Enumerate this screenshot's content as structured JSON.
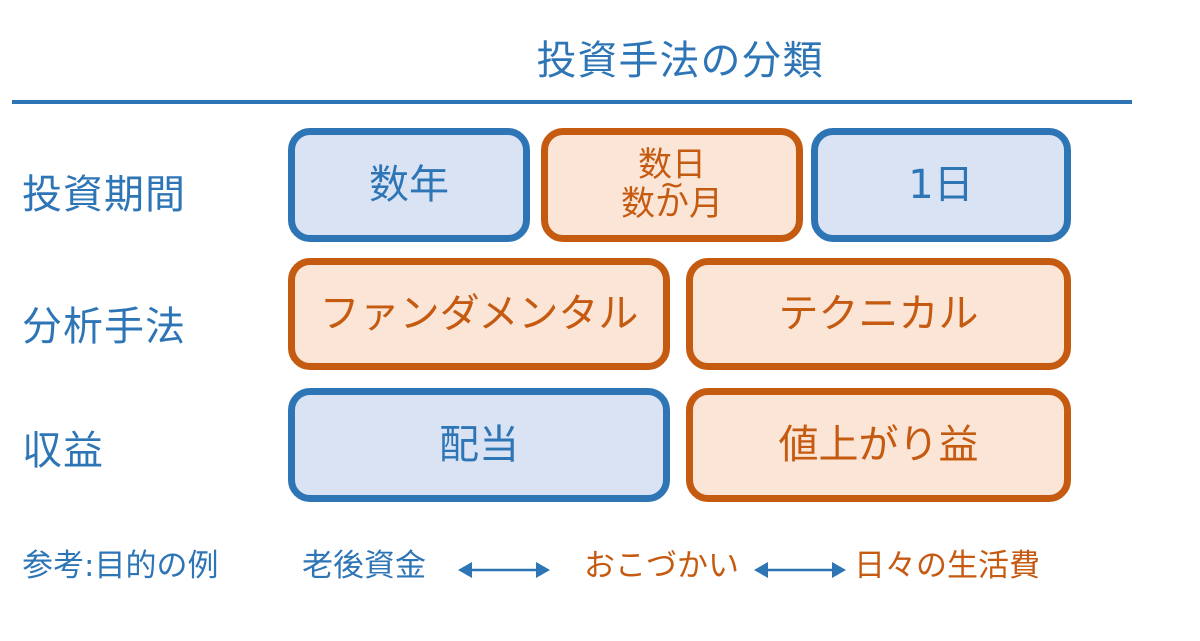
{
  "title": "投資手法の分類",
  "rows": {
    "period": {
      "label": "投資期間",
      "boxes": {
        "years": "数年",
        "days_line1": "数日",
        "days_line2_a": "数",
        "days_line2_b": "か",
        "days_line2_c": "月",
        "days_tilde": "~",
        "one_day": "1日"
      }
    },
    "analysis": {
      "label": "分析手法",
      "boxes": {
        "fundamental": "ファンダメンタル",
        "technical": "テクニカル"
      }
    },
    "profit": {
      "label": "収益",
      "boxes": {
        "dividend": "配当",
        "capital_gain": "値上がり益"
      }
    }
  },
  "reference": {
    "label": "参考:目的の例",
    "retirement": "老後資金",
    "pocket_money": "おこづかい",
    "living": "日々の生活費"
  },
  "colors": {
    "blue": "#2e75b6",
    "blue_fill": "#dae3f3",
    "orange": "#c55a11",
    "orange_fill": "#fbe5d6"
  }
}
